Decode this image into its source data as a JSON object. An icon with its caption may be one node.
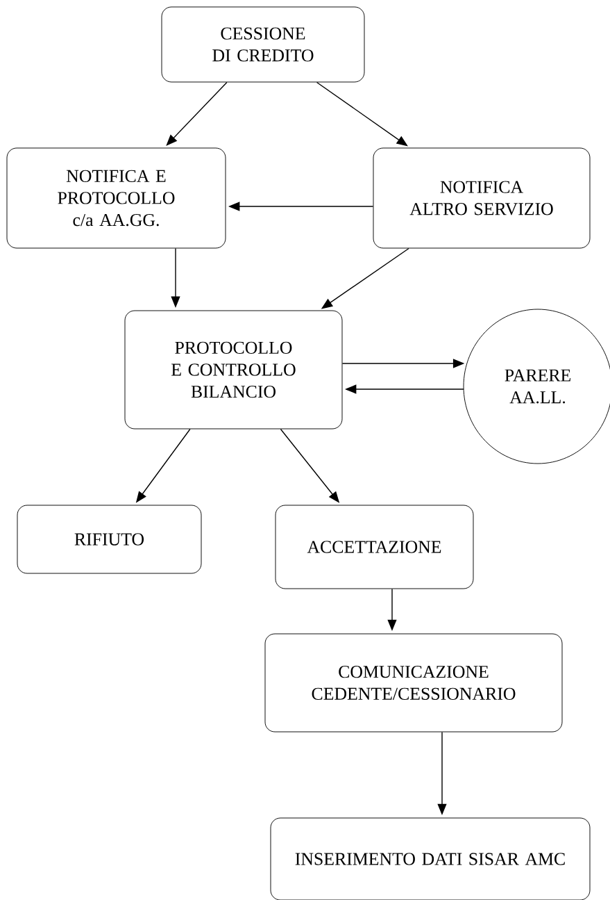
{
  "diagram": {
    "nodes": [
      {
        "text": [
          "CESSIONE DI CREDITO"
        ]
      },
      {
        "text": [
          "NOTIFICA E PROTOCOLLO c/a AA.GG."
        ]
      },
      {
        "text": [
          "NOTIFICA ALTRO SERVIZIO"
        ]
      },
      {
        "text": [
          "PROTOCOLLO E CONTROLLO BILANCIO"
        ]
      },
      {
        "text": [
          "PARERE AA.LL."
        ]
      },
      {
        "text": [
          "RIFIUTO"
        ]
      },
      {
        "text": [
          "ACCETTAZIONE"
        ]
      },
      {
        "text": [
          "COMUNICAZIONE CEDENTE/CESSIONARIO"
        ]
      },
      {
        "text": [
          "INSERIMENTO DATI SISAR AMC"
        ]
      }
    ],
    "edges": [
      {
        "from": 0,
        "to": 1,
        "arrow": "to"
      },
      {
        "from": 0,
        "to": 2,
        "arrow": "to"
      },
      {
        "from": 2,
        "to": 1,
        "arrow": "to"
      },
      {
        "from": 1,
        "to": 3,
        "arrow": "to"
      },
      {
        "from": 2,
        "to": 3,
        "arrow": "to"
      },
      {
        "from": 3,
        "to": 4,
        "arrow": "to"
      },
      {
        "from": 4,
        "to": 3,
        "arrow": "to"
      },
      {
        "from": 3,
        "to": 5,
        "arrow": "to"
      },
      {
        "from": 3,
        "to": 6,
        "arrow": "to"
      },
      {
        "from": 6,
        "to": 7,
        "arrow": "to"
      },
      {
        "from": 7,
        "to": 8,
        "arrow": "to"
      }
    ]
  }
}
